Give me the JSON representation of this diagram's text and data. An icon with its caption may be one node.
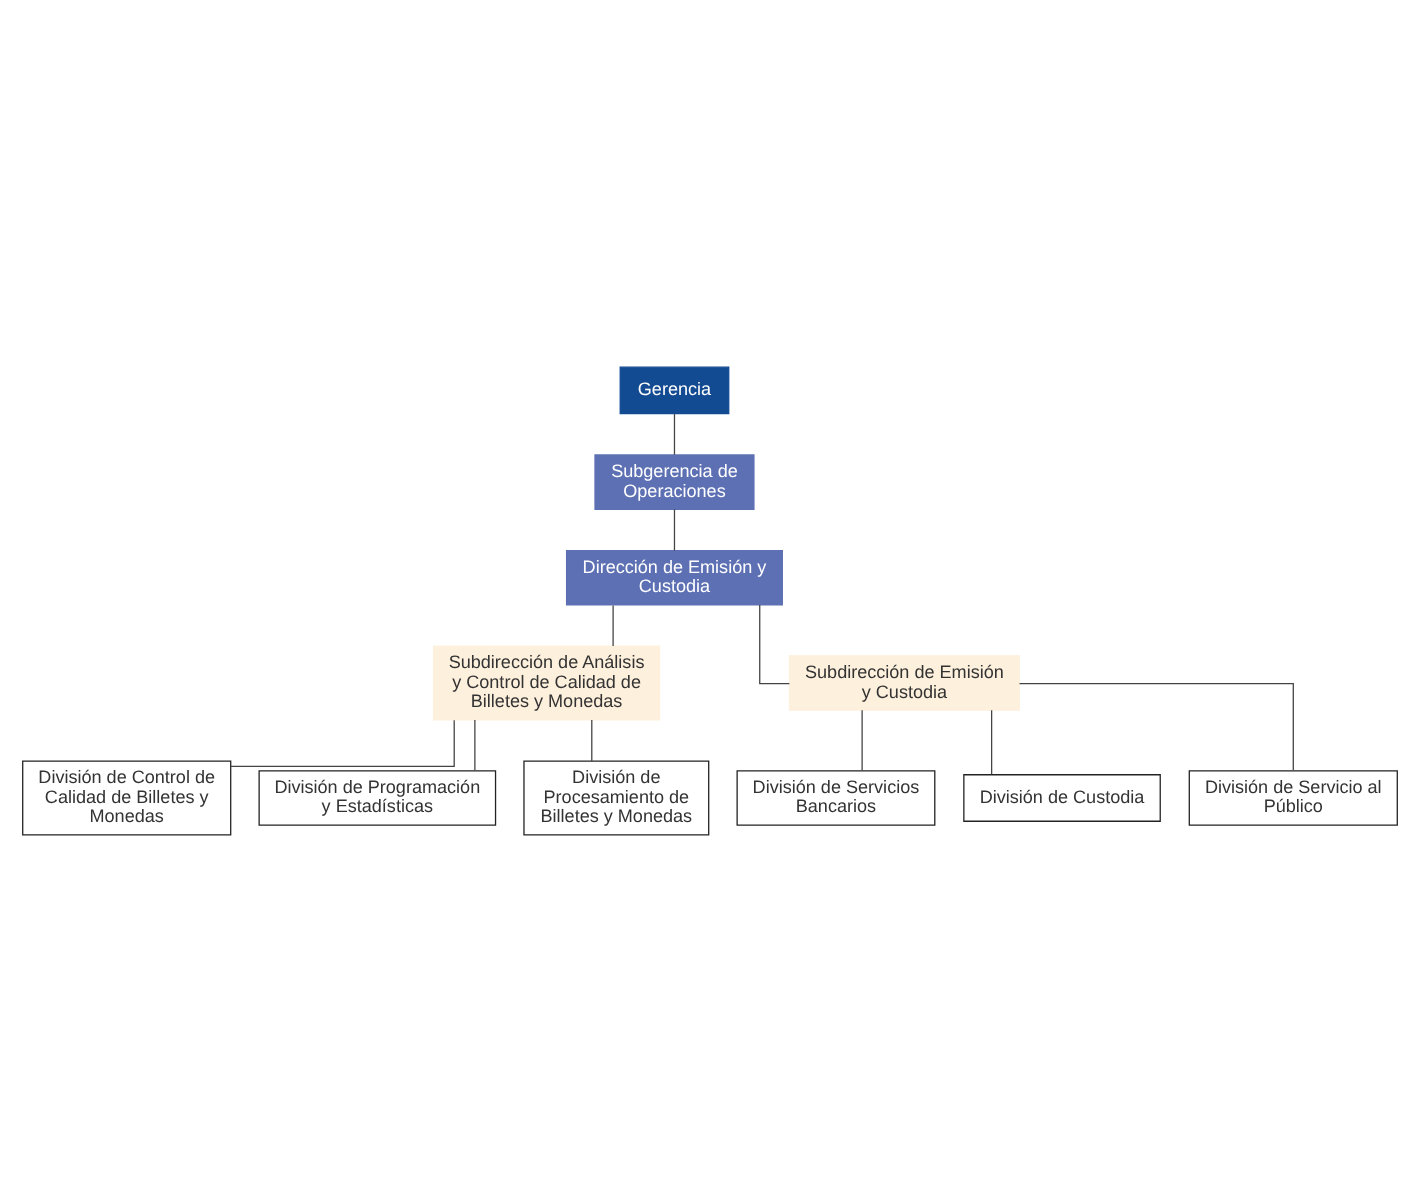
{
  "diagram": {
    "nodes": [
      {
        "text": [
          "Gerencia"
        ]
      },
      {
        "text": [
          "Subgerencia de Operaciones"
        ]
      },
      {
        "text": [
          "Dirección de Emisión y Custodia"
        ]
      },
      {
        "text": [
          "Subdirección de Análisis y Control de Calidad de Billetes y Monedas"
        ]
      },
      {
        "text": [
          "Subdirección de Emisión y Custodia"
        ]
      },
      {
        "text": [
          "División de Control de Calidad de Billetes y Monedas"
        ]
      },
      {
        "text": [
          "División de Programación y Estadísticas"
        ]
      },
      {
        "text": [
          "División de Procesamiento de Billetes y Monedas"
        ]
      },
      {
        "text": [
          "División de Servicios Bancarios"
        ]
      },
      {
        "text": [
          "División de Custodia"
        ]
      },
      {
        "text": [
          "División de Servicio al Público"
        ]
      }
    ],
    "edges": [
      {
        "from": 0,
        "to": 1,
        "arrow": "none"
      },
      {
        "from": 1,
        "to": 2,
        "arrow": "none"
      },
      {
        "from": 2,
        "to": 3,
        "arrow": "none"
      },
      {
        "from": 2,
        "to": 4,
        "arrow": "none"
      },
      {
        "from": 3,
        "to": 5,
        "arrow": "none"
      },
      {
        "from": 3,
        "to": 6,
        "arrow": "none"
      },
      {
        "from": 3,
        "to": 7,
        "arrow": "none"
      },
      {
        "from": 4,
        "to": 8,
        "arrow": "none"
      },
      {
        "from": 4,
        "to": 9,
        "arrow": "none"
      },
      {
        "from": 4,
        "to": 10,
        "arrow": "none"
      }
    ]
  }
}
